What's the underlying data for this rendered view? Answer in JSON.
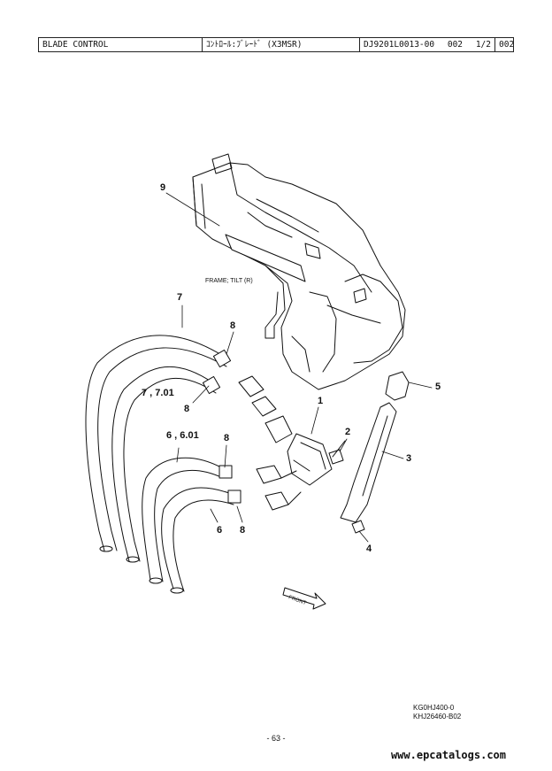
{
  "header": {
    "title": "BLADE CONTROL",
    "jp_title": "ｺﾝﾄﾛｰﾙ:ﾌﾞﾚｰﾄﾞ (X3MSR)",
    "part_code": "DJ9201L0013-00",
    "group": "002",
    "sheet": "1/2",
    "page_ref": "002"
  },
  "labels": {
    "frame": "FRAME; TILT (R)",
    "front": "FRONT"
  },
  "callouts": [
    {
      "id": "9",
      "text": "9"
    },
    {
      "id": "7",
      "text": "7"
    },
    {
      "id": "8a",
      "text": "8"
    },
    {
      "id": "7701",
      "text": "7 , 7.01"
    },
    {
      "id": "8b",
      "text": "8"
    },
    {
      "id": "1",
      "text": "1"
    },
    {
      "id": "2",
      "text": "2"
    },
    {
      "id": "5",
      "text": "5"
    },
    {
      "id": "6601",
      "text": "6 , 6.01"
    },
    {
      "id": "8c",
      "text": "8"
    },
    {
      "id": "3",
      "text": "3"
    },
    {
      "id": "6",
      "text": "6"
    },
    {
      "id": "8d",
      "text": "8"
    },
    {
      "id": "4",
      "text": "4"
    }
  ],
  "footer": {
    "code1": "KG0HJ400-0",
    "code2": "KHJ26460-B02",
    "page": "- 63 -",
    "watermark": "www.epcatalogs.com"
  }
}
